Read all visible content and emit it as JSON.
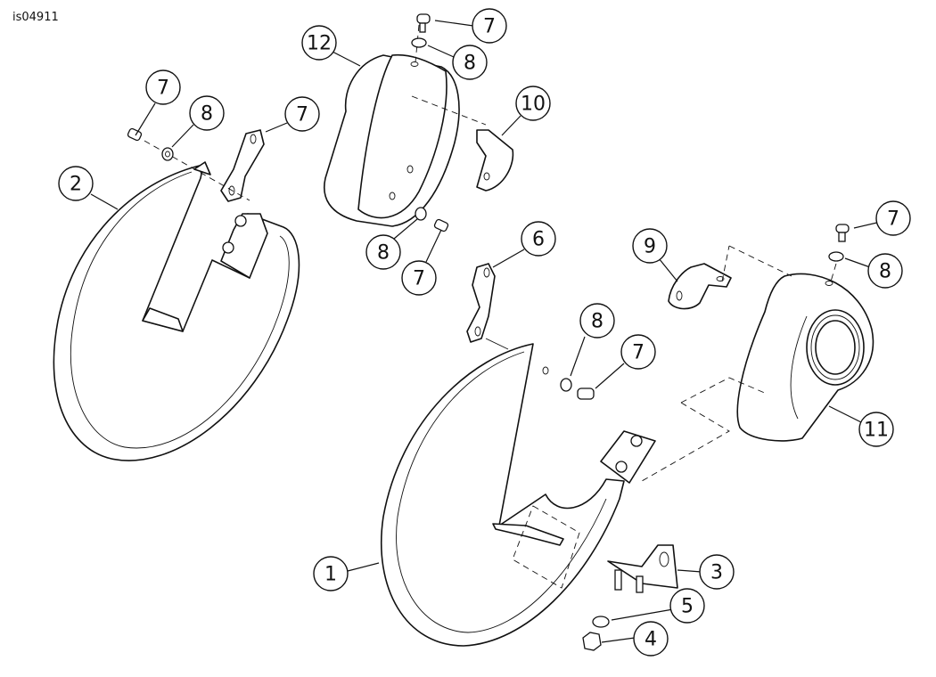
{
  "reference_code": "is04911",
  "callouts": [
    {
      "id": "c7a",
      "label": "7"
    },
    {
      "id": "c8a",
      "label": "8"
    },
    {
      "id": "c12",
      "label": "12"
    },
    {
      "id": "c10",
      "label": "10"
    },
    {
      "id": "c7b",
      "label": "7"
    },
    {
      "id": "c8b",
      "label": "8"
    },
    {
      "id": "c7c",
      "label": "7"
    },
    {
      "id": "c2",
      "label": "2"
    },
    {
      "id": "c8c",
      "label": "8"
    },
    {
      "id": "c7d",
      "label": "7"
    },
    {
      "id": "c6",
      "label": "6"
    },
    {
      "id": "c9",
      "label": "9"
    },
    {
      "id": "c7e",
      "label": "7"
    },
    {
      "id": "c8d",
      "label": "8"
    },
    {
      "id": "c8e",
      "label": "8"
    },
    {
      "id": "c7f",
      "label": "7"
    },
    {
      "id": "c11",
      "label": "11"
    },
    {
      "id": "c1",
      "label": "1"
    },
    {
      "id": "c3",
      "label": "3"
    },
    {
      "id": "c5",
      "label": "5"
    },
    {
      "id": "c4",
      "label": "4"
    }
  ]
}
